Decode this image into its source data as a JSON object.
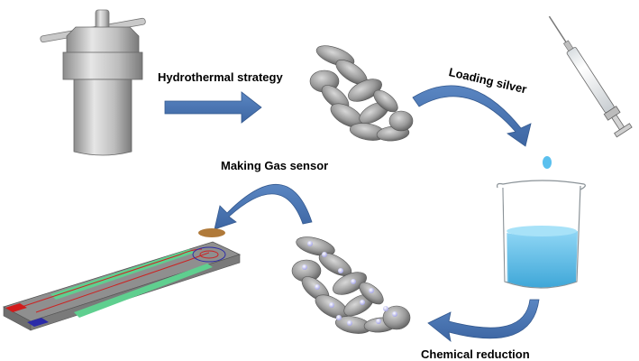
{
  "steps": {
    "hydrothermal": "Hydrothermal strategy",
    "loading_silver": "Loading silver",
    "making_sensor": "Making Gas sensor",
    "chemical_reduction": "Chemical  reduction"
  },
  "colors": {
    "arrow_blue": "#4a76b3",
    "liquid_blue": "#4fb3e0",
    "electrode_green": "#5fcf8f",
    "pad_red": "#d21b1b",
    "pad_blue": "#2a2aa8",
    "substrate_grey": "#8e8e8e",
    "sensing_brown": "#b07a3a",
    "particle_grey": "#9a9a9a",
    "silver_dot": "#b4b4ee"
  },
  "icons": [
    "autoclave-icon",
    "syringe-icon",
    "beaker-icon",
    "nanoparticle-cluster-icon",
    "gas-sensor-chip-icon"
  ]
}
